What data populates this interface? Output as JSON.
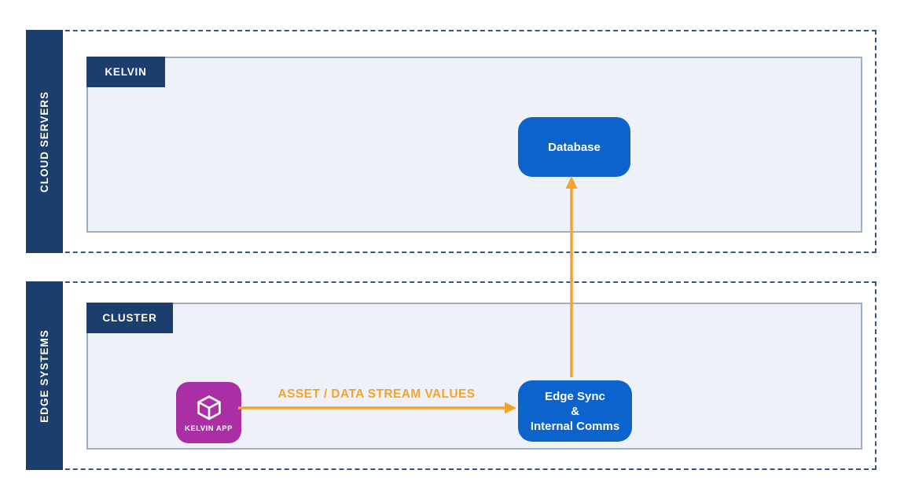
{
  "colors": {
    "navy": "#1b3e6d",
    "dash": "#35547f",
    "blue": "#0b63cb",
    "orange": "#f3a42c",
    "purple": "#aa2fa4",
    "panel_bg": "#eef2f8",
    "panel_border": "#9bb0c6"
  },
  "sections": {
    "cloud": {
      "sidebar_label": "CLOUD SERVERS",
      "panel_label": "KELVIN",
      "nodes": {
        "database": {
          "label": "Database"
        }
      }
    },
    "edge": {
      "sidebar_label": "EDGE SYSTEMS",
      "panel_label": "CLUSTER",
      "nodes": {
        "kelvin_app": {
          "label": "KELVIN APP",
          "icon": "cube-icon"
        },
        "edge_sync": {
          "lines": [
            "Edge Sync",
            "&",
            "Internal Comms"
          ]
        }
      }
    }
  },
  "connections": [
    {
      "from": "kelvin-app",
      "to": "edge-sync",
      "label": "ASSET / DATA STREAM VALUES",
      "direction": "right"
    },
    {
      "from": "edge-sync",
      "to": "database",
      "label": "",
      "direction": "up"
    }
  ]
}
